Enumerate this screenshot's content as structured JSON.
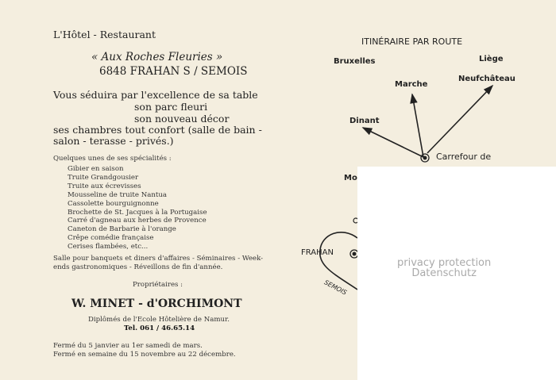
{
  "header": {
    "line1": "L'Hôtel - Restaurant",
    "name": "« Aux Roches Fleuries »",
    "address": "6848 FRAHAN S / SEMOIS"
  },
  "intro": [
    "Vous séduira par l'excellence de sa table",
    "son parc fleuri",
    "son nouveau décor",
    "ses chambres tout confort (salle de bain -",
    "salon - terasse - privés.)"
  ],
  "specialties_title": "Quelques unes de ses spécialités :",
  "specialties": [
    "Gibier en saison",
    "Truite Grandgousier",
    "Truite aux écrevisses",
    "Mousseline de truite Nantua",
    "Cassolette bourguignonne",
    "Brochette de St. Jacques à la Portugaise",
    "Carré d'agneau aux herbes de Provence",
    "Caneton de Barbarie à l'orange",
    "Crêpe comédie française",
    "Cerises flambées, etc..."
  ],
  "events": [
    "Salle pour banquets et diners d'affaires - Séminaires - Week-",
    "ends gastronomiques - Réveillons de fin d'année."
  ],
  "owners_label": "Propriétaires :",
  "owners": "W. MINET - d'ORCHIMONT",
  "diploma": "Diplômés de l'Ecole Hôtelière de Namur.",
  "tel": "Tel. 061 / 46.65.14",
  "closed": [
    "Fermé du 5 janvier au 1er samedi de mars.",
    "Fermé en semaine du 15 novembre au 22 décembre."
  ],
  "map": {
    "title": "ITINÉRAIRE PAR ROUTE",
    "bruxelles": "Bruxelles",
    "liege": "Liège",
    "marche": "Marche",
    "neufchateau": "Neufchâteau",
    "dinant": "Dinant",
    "carrefour": "Carrefour de",
    "mo": "Mo",
    "frahan": "FRAHAN",
    "semois": "SEMOIS"
  },
  "watermark": [
    "privacy protection",
    "Datenschutz"
  ]
}
